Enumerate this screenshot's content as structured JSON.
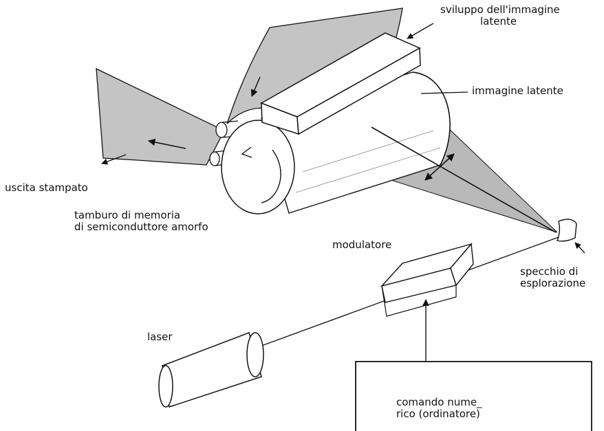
{
  "labels": {
    "developer": [
      "sviluppo dell'immagine",
      "latente"
    ],
    "latent_image": "immagine latente",
    "print_output": "uscita stampato",
    "drum": [
      "tamburo di memoria",
      "di semiconduttore amorfo"
    ],
    "modulator": "modulatore",
    "mirror": [
      "specchio di",
      "esplorazione"
    ],
    "laser": "laser",
    "controller": [
      "comando nume_",
      "rico (ordinatore)"
    ]
  },
  "colors": {
    "ink": "#111111",
    "shade": "#b9b9b9",
    "shade_light": "#d6d6d6",
    "paper": "#ffffff"
  }
}
